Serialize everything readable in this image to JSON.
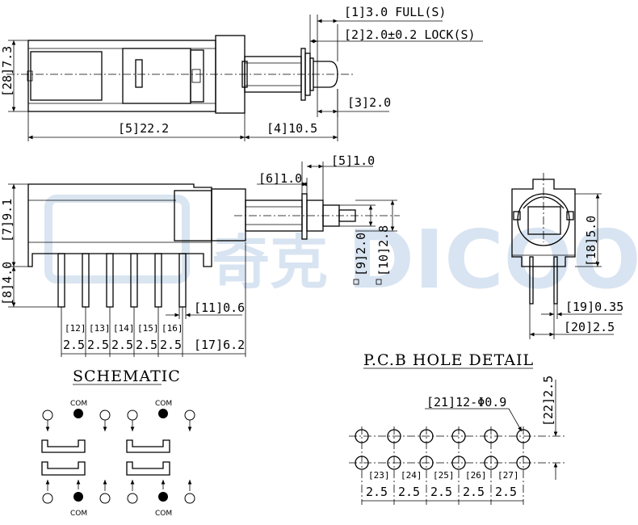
{
  "watermark": {
    "cn": "奇克",
    "en": "DICOO"
  },
  "top_view": {
    "dim_full": "[1]3.0 FULL(S)",
    "dim_lock": "[2]2.0±0.2 LOCK(S)",
    "dim_3": "[3]2.0",
    "dim_4": "[4]10.5",
    "dim_5": "[5]22.2",
    "dim_28": "[28]7.3"
  },
  "side_view": {
    "dim_5b": "[5]1.0",
    "dim_6": "[6]1.0",
    "dim_7": "[7]9.1",
    "dim_8": "[8]4.0",
    "dim_9": "[9]2.0",
    "dim_10": "[10]2.8",
    "dim_11": "[11]0.6",
    "pitch_labels": [
      "[12]",
      "[13]",
      "[14]",
      "[15]",
      "[16]"
    ],
    "pitch_values": [
      "2.5",
      "2.5",
      "2.5",
      "2.5",
      "2.5"
    ],
    "dim_17": "[17]6.2"
  },
  "front_view": {
    "dim_18": "[18]5.0",
    "dim_19": "[19]0.35",
    "dim_20": "[20]2.5"
  },
  "schematic": {
    "title": "SCHEMATIC",
    "com_label": "COM"
  },
  "pcb": {
    "title": "P.C.B HOLE DETAIL",
    "holes": "[21]12-Φ0.9",
    "dim_22": "[22]2.5",
    "pitch_labels": [
      "[23]",
      "[24]",
      "[25]",
      "[26]",
      "[27]"
    ],
    "pitch_values": [
      "2.5",
      "2.5",
      "2.5",
      "2.5",
      "2.5"
    ]
  }
}
